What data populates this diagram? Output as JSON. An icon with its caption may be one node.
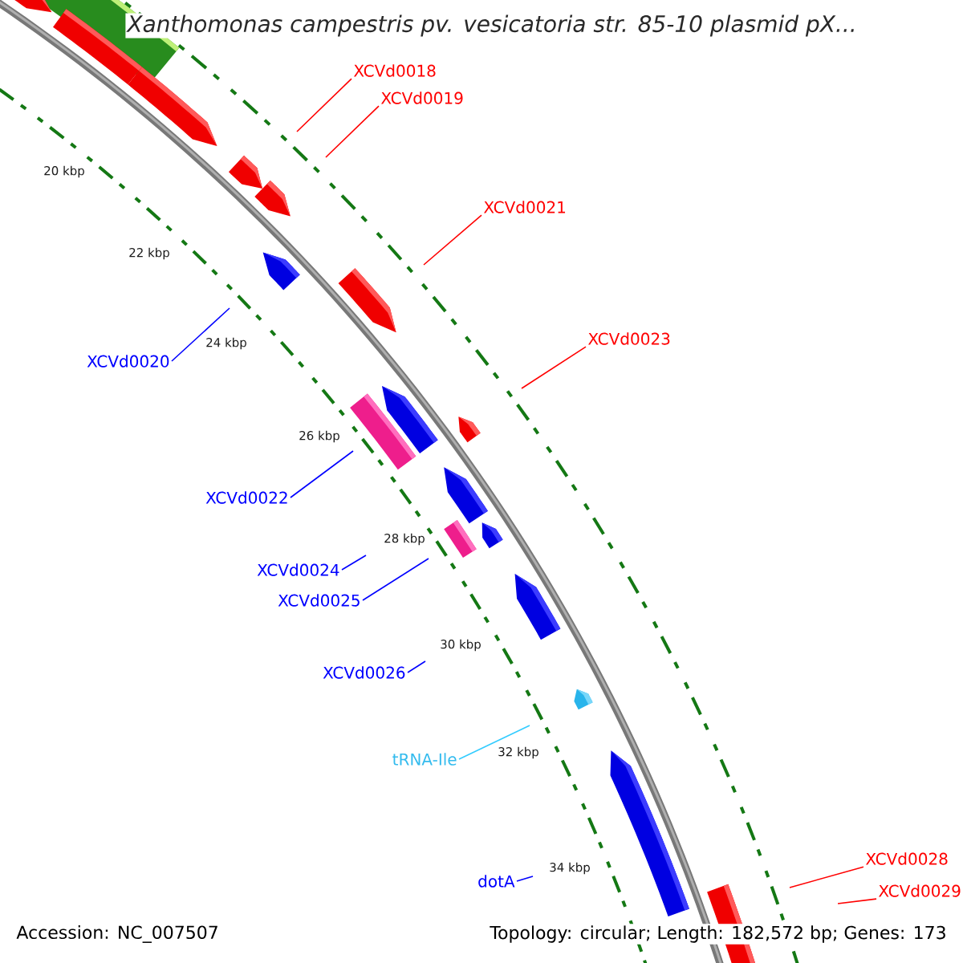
{
  "diagram": {
    "title": "Xanthomonas campestris pv. vesicatoria str. 85-10 plasmid pX...",
    "nodes": [
      {
        "text": [
          "XCVd0018"
        ]
      },
      {
        "text": [
          "XCVd0019"
        ]
      },
      {
        "text": [
          "XCVd0021"
        ]
      },
      {
        "text": [
          "XCVd0023"
        ]
      },
      {
        "text": [
          "XCVd0020"
        ]
      },
      {
        "text": [
          "XCVd0022"
        ]
      },
      {
        "text": [
          "XCVd0024"
        ]
      },
      {
        "text": [
          "XCVd0025"
        ]
      },
      {
        "text": [
          "XCVd0026"
        ]
      },
      {
        "text": [
          "tRNA-Ile"
        ]
      },
      {
        "text": [
          "dotA"
        ]
      },
      {
        "text": [
          "XCVd0028"
        ]
      },
      {
        "text": [
          "XCVd0029"
        ]
      }
    ],
    "edges": [
      {
        "from": 0,
        "to": null,
        "arrow": "none",
        "color": "#ff0000"
      },
      {
        "from": 1,
        "to": null,
        "arrow": "none",
        "color": "#ff0000"
      },
      {
        "from": 2,
        "to": null,
        "arrow": "none",
        "color": "#ff0000"
      },
      {
        "from": 3,
        "to": null,
        "arrow": "none",
        "color": "#ff0000"
      },
      {
        "from": 4,
        "to": null,
        "arrow": "none",
        "color": "#0000ff"
      },
      {
        "from": 5,
        "to": null,
        "arrow": "none",
        "color": "#0000ff"
      },
      {
        "from": 6,
        "to": null,
        "arrow": "none",
        "color": "#0000ff"
      },
      {
        "from": 7,
        "to": null,
        "arrow": "none",
        "color": "#0000ff"
      },
      {
        "from": 8,
        "to": null,
        "arrow": "none",
        "color": "#0000ff"
      },
      {
        "from": 9,
        "to": null,
        "arrow": "none",
        "color": "#33ccff"
      },
      {
        "from": 10,
        "to": null,
        "arrow": "none",
        "color": "#0000ff"
      },
      {
        "from": 11,
        "to": null,
        "arrow": "none",
        "color": "#ff0000"
      },
      {
        "from": 12,
        "to": null,
        "arrow": "none",
        "color": "#ff0000"
      }
    ],
    "labels": [
      "20 kbp",
      "22 kbp",
      "24 kbp",
      "26 kbp",
      "28 kbp",
      "30 kbp",
      "32 kbp",
      "34 kbp",
      "Accession: NC_007507",
      "Topology: circular; Length: 182,572 bp; Genes: 173"
    ]
  }
}
